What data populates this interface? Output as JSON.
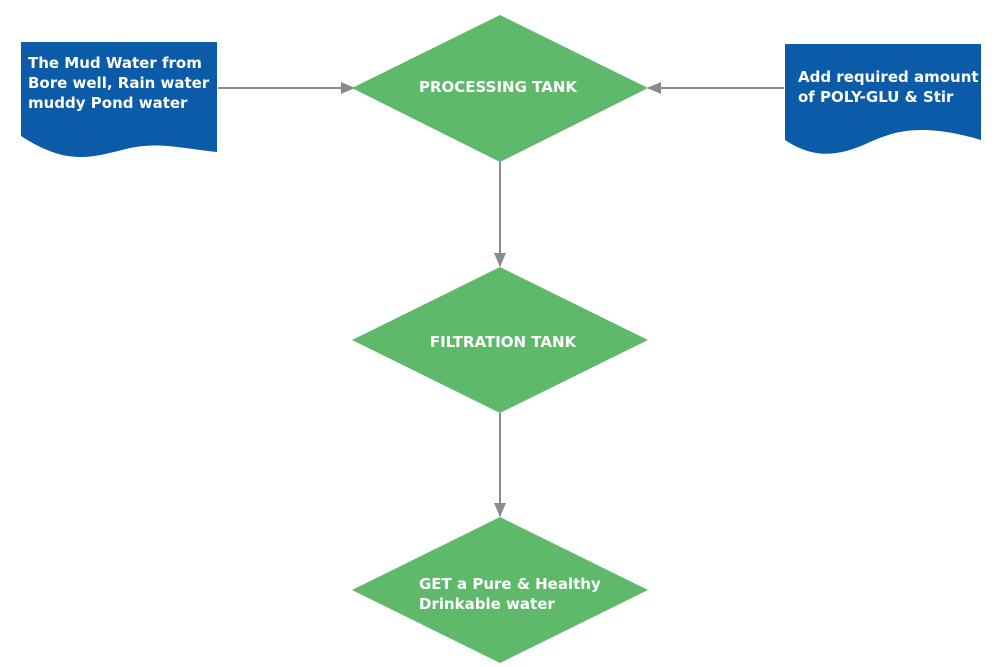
{
  "colors": {
    "decision_fill": "#5eb96a",
    "document_fill": "#0b5ba8",
    "connector": "#8a8a8a",
    "text": "#ffffff"
  },
  "nodes": {
    "source": {
      "lines": [
        "The Mud Water from",
        "Bore well, Rain water",
        "muddy Pond water"
      ]
    },
    "additive": {
      "lines": [
        "Add required amount",
        "of POLY-GLU & Stir"
      ]
    },
    "processing": {
      "lines": [
        "PROCESSING TANK"
      ]
    },
    "filtration": {
      "lines": [
        "FILTRATION TANK"
      ]
    },
    "result": {
      "lines": [
        "GET a Pure & Healthy",
        "Drinkable water"
      ]
    }
  }
}
